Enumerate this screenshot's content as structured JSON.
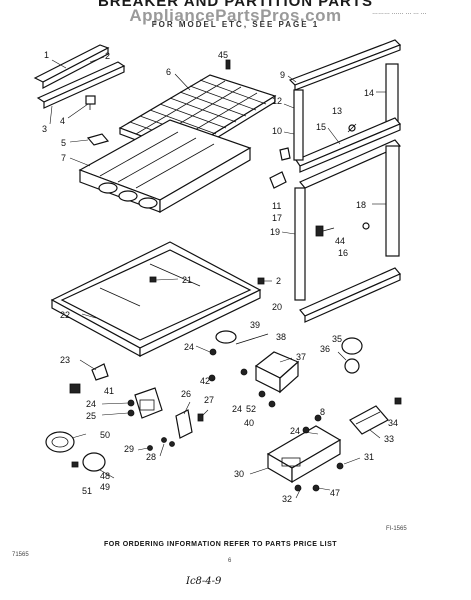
{
  "header": {
    "title": "BREAKER AND PARTITION PARTS",
    "watermark": "AppliancePartsPros.com",
    "subtitle": "FOR MODEL ETC, SEE PAGE 1"
  },
  "footer": {
    "ordering_note": "FOR ORDERING INFORMATION REFER TO PARTS PRICE LIST",
    "doc_code": "71565",
    "page_mark": "6",
    "handwritten": "Ic8-4-9",
    "figure_code": "FI-1565"
  },
  "top_right_code": "……… …… … … …",
  "part_labels": [
    {
      "id": "l1",
      "text": "1"
    },
    {
      "id": "l2a",
      "text": "2"
    },
    {
      "id": "l3",
      "text": "3"
    },
    {
      "id": "l4",
      "text": "4"
    },
    {
      "id": "l5",
      "text": "5"
    },
    {
      "id": "l6",
      "text": "6"
    },
    {
      "id": "l7",
      "text": "7"
    },
    {
      "id": "l45",
      "text": "45"
    },
    {
      "id": "l9",
      "text": "9"
    },
    {
      "id": "l14",
      "text": "14"
    },
    {
      "id": "l12",
      "text": "12"
    },
    {
      "id": "l13",
      "text": "13"
    },
    {
      "id": "l10",
      "text": "10"
    },
    {
      "id": "l15",
      "text": "15"
    },
    {
      "id": "l11",
      "text": "11"
    },
    {
      "id": "l17",
      "text": "17"
    },
    {
      "id": "l18",
      "text": "18"
    },
    {
      "id": "l19",
      "text": "19"
    },
    {
      "id": "l44",
      "text": "44"
    },
    {
      "id": "l16",
      "text": "16"
    },
    {
      "id": "l21",
      "text": "21"
    },
    {
      "id": "l2b",
      "text": "2"
    },
    {
      "id": "l20",
      "text": "20"
    },
    {
      "id": "l22",
      "text": "22"
    },
    {
      "id": "l39",
      "text": "39"
    },
    {
      "id": "l38",
      "text": "38"
    },
    {
      "id": "l35",
      "text": "35"
    },
    {
      "id": "l24a",
      "text": "24"
    },
    {
      "id": "l37",
      "text": "37"
    },
    {
      "id": "l36",
      "text": "36"
    },
    {
      "id": "l23",
      "text": "23"
    },
    {
      "id": "l42",
      "text": "42"
    },
    {
      "id": "l41",
      "text": "41"
    },
    {
      "id": "l26",
      "text": "26"
    },
    {
      "id": "l24b",
      "text": "24"
    },
    {
      "id": "l52",
      "text": "52"
    },
    {
      "id": "l24c",
      "text": "24"
    },
    {
      "id": "l27",
      "text": "27"
    },
    {
      "id": "l40",
      "text": "40"
    },
    {
      "id": "l25",
      "text": "25"
    },
    {
      "id": "l8",
      "text": "8"
    },
    {
      "id": "l34",
      "text": "34"
    },
    {
      "id": "l24d",
      "text": "24"
    },
    {
      "id": "l33",
      "text": "33"
    },
    {
      "id": "l50",
      "text": "50"
    },
    {
      "id": "l29",
      "text": "29"
    },
    {
      "id": "l28",
      "text": "28"
    },
    {
      "id": "l30",
      "text": "30"
    },
    {
      "id": "l31",
      "text": "31"
    },
    {
      "id": "l48",
      "text": "48"
    },
    {
      "id": "l49",
      "text": "49"
    },
    {
      "id": "l51",
      "text": "51"
    },
    {
      "id": "l32",
      "text": "32"
    },
    {
      "id": "l47",
      "text": "47"
    }
  ]
}
